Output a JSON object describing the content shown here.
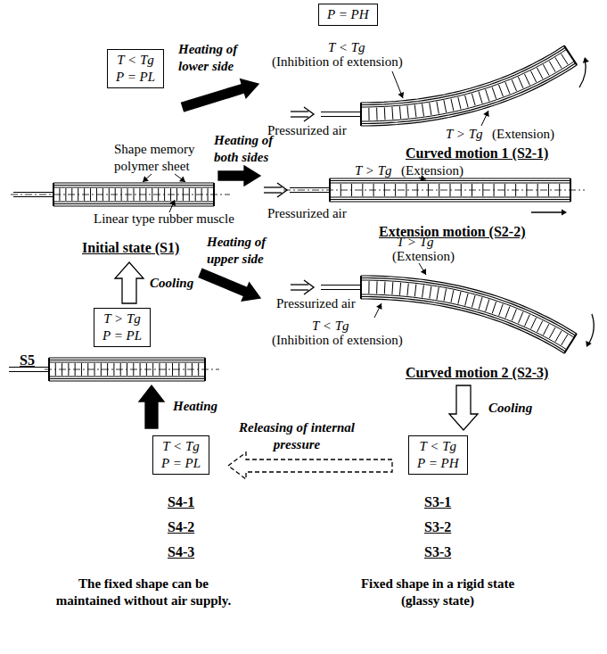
{
  "diagram": {
    "nodes": [
      {
        "text": [
          "P = PH"
        ]
      },
      {
        "text": [
          "T < Tg",
          "P = PL"
        ]
      },
      {
        "text": [
          "T > Tg",
          "P = PL"
        ]
      },
      {
        "text": [
          "T < Tg",
          "P = PL"
        ]
      },
      {
        "text": [
          "T < Tg",
          "P = PH"
        ]
      }
    ],
    "labels": [
      "Heating of lower side",
      "Heating of both sides",
      "Heating of upper side",
      "Shape memory polymer sheet",
      "Linear type rubber muscle",
      "Initial state (S1)",
      "T < Tg",
      "(Inhibition of extension)",
      "Pressurized air",
      "T > Tg",
      "(Extension)",
      "Curved motion 1 (S2-1)",
      "T > Tg",
      "(Extension)",
      "Pressurized air",
      "Extension motion (S2-2)",
      "T > Tg",
      "(Extension)",
      "Pressurized air",
      "T < Tg",
      "(Inhibition of extension)",
      "Curved motion 2 (S2-3)",
      "Cooling",
      "S5",
      "Heating",
      "Cooling",
      "Releasing of internal pressure",
      "S4-1",
      "S4-2",
      "S4-3",
      "S3-1",
      "S3-2",
      "S3-3",
      "The fixed shape can be maintained without air supply.",
      "Fixed shape in a rigid state (glassy state)"
    ]
  }
}
